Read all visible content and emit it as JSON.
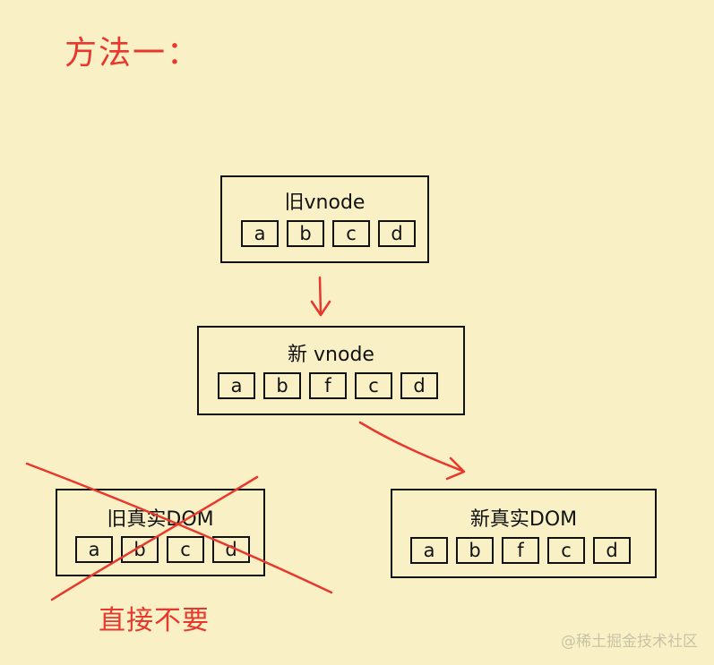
{
  "heading": "方法一：",
  "old_vnode": {
    "title": "旧vnode",
    "items": [
      "a",
      "b",
      "c",
      "d"
    ]
  },
  "new_vnode": {
    "title": "新 vnode",
    "items": [
      "a",
      "b",
      "f",
      "c",
      "d"
    ]
  },
  "old_real_dom": {
    "title": "旧真实DOM",
    "items": [
      "a",
      "b",
      "c",
      "d"
    ]
  },
  "new_real_dom": {
    "title": "新真实DOM",
    "items": [
      "a",
      "b",
      "f",
      "c",
      "d"
    ]
  },
  "annotation": "直接不要",
  "watermark": "@稀土掘金技术社区",
  "colors": {
    "background": "#f9f1c5",
    "ink": "#111111",
    "accent": "#e8382d",
    "watermark": "#c9c3a6"
  }
}
